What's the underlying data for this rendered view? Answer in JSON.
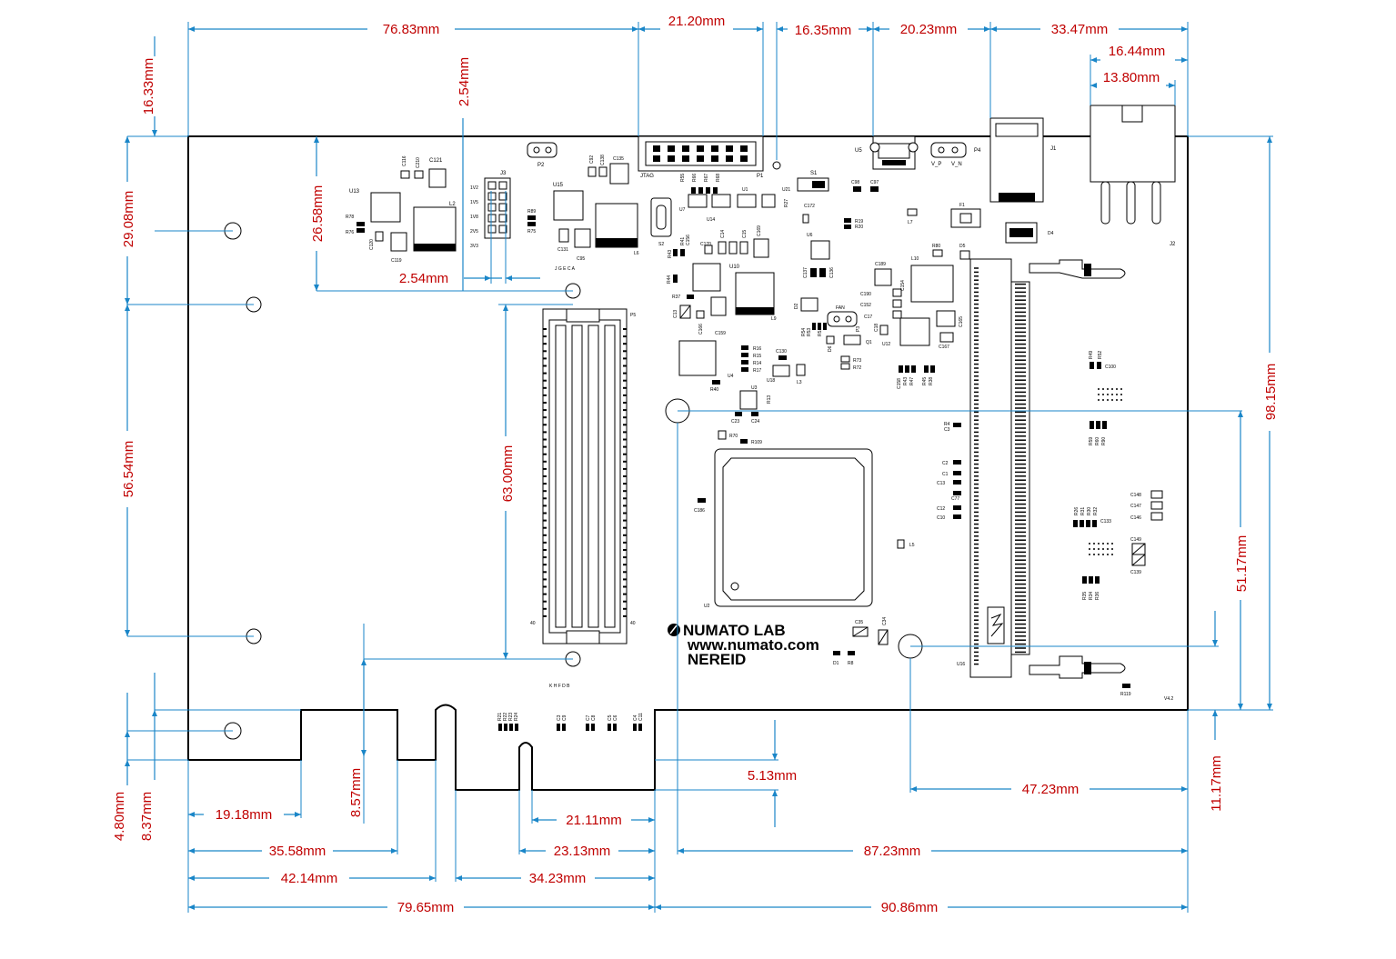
{
  "board": {
    "brand": "NUMATO LAB",
    "url": "www.numato.com",
    "name": "NEREID",
    "version": "V4.2"
  },
  "dimensions": {
    "top_76_83": "76.83mm",
    "top_21_20": "21.20mm",
    "top_16_35": "16.35mm",
    "top_20_23": "20.23mm",
    "top_33_47": "33.47mm",
    "top_16_44": "16.44mm",
    "top_13_80": "13.80mm",
    "left_16_33": "16.33mm",
    "left_29_08": "29.08mm",
    "left_26_58": "26.58mm",
    "left_56_54": "56.54mm",
    "j3_2_54_v": "2.54mm",
    "j3_2_54_h": "2.54mm",
    "p5_63_00": "63.00mm",
    "right_98_15": "98.15mm",
    "right_51_17": "51.17mm",
    "right_11_17": "11.17mm",
    "right_47_23": "47.23mm",
    "bot_8_57": "8.57mm",
    "bot_5_13": "5.13mm",
    "bot_19_18": "19.18mm",
    "bot_35_58": "35.58mm",
    "bot_21_11": "21.11mm",
    "bot_23_13": "23.13mm",
    "bot_42_14": "42.14mm",
    "bot_34_23": "34.23mm",
    "bot_87_23": "87.23mm",
    "bot_79_65": "79.65mm",
    "bot_90_86": "90.86mm",
    "left_4_80": "4.80mm",
    "left_8_37": "8.37mm"
  },
  "labels": {
    "p2": "P2",
    "jtag": "JTAG",
    "p1": "P1",
    "u5": "U5",
    "p4": "P4",
    "vp": "V_P",
    "vn": "V_N",
    "j1": "J1",
    "j2": "J2",
    "u13": "U13",
    "l2": "L2",
    "c116": "C116",
    "c210": "C210",
    "c121": "C121",
    "r78": "R78",
    "r76": "R76",
    "c120": "C120",
    "c119": "C119",
    "j3": "J3",
    "v1v2": "1V2",
    "v1v5": "1V5",
    "v1v8": "1V8",
    "v2v5": "2V5",
    "v3v3": "3V3",
    "r89": "R89",
    "r75": "R75",
    "u15": "U15",
    "c92": "C92",
    "c138": "C138",
    "c135": "C135",
    "c131": "C131",
    "c95": "C95",
    "l6": "L6",
    "jgeca": "J  G  E  C  A",
    "r55": "R55",
    "r66": "R66",
    "r67": "R67",
    "r68": "R68",
    "s1": "S1",
    "c98": "C98",
    "c97": "C97",
    "u7": "U7",
    "u14": "U14",
    "u1": "U1",
    "u21": "U21",
    "r27": "R27",
    "c172": "C172",
    "s2": "S2",
    "r41": "R41",
    "c156": "C156",
    "r43": "R43",
    "c170": "C170",
    "c14": "C14",
    "c15": "C15",
    "c169": "C169",
    "u6": "U6",
    "r19": "R19",
    "r20": "R20",
    "l7": "L7",
    "f1": "F1",
    "d4": "D4",
    "r44": "R44",
    "u10": "U10",
    "r37": "R37",
    "c13x": "C13",
    "c166": "C166",
    "c159": "C159",
    "l9": "L9",
    "c137": "C137",
    "c136": "C136",
    "r80": "R80",
    "d5": "D5",
    "c189": "C189",
    "l10": "L10",
    "c190": "C190",
    "c154": "C154",
    "c152": "C152",
    "d2": "D2",
    "fan": "FAN",
    "c17": "C17",
    "c18": "C18",
    "p3": "P3",
    "c165": "C165",
    "r54": "R54",
    "r53": "R53",
    "r51": "R51",
    "d6": "D6",
    "q1": "Q1",
    "u12": "U12",
    "c167": "C167",
    "p5": "P5",
    "p5_40a": "40",
    "p5_40b": "40",
    "r16": "R16",
    "r15": "R15",
    "r14": "R14",
    "r17": "R17",
    "u4": "U4",
    "r40": "R40",
    "c130": "C130",
    "u18": "U18",
    "l3": "L3",
    "r73": "R73",
    "r72": "R72",
    "c158": "C158",
    "r43b": "R43",
    "r47": "R47",
    "r45": "R45",
    "r38": "R38",
    "u3": "U3",
    "r13": "R13",
    "c23": "C23",
    "c24": "C24",
    "r70": "R70",
    "r109": "R109",
    "r49": "R49",
    "r52": "R52",
    "c100": "C100",
    "r4": "R4",
    "c3": "C3",
    "r59": "R59",
    "r60": "R60",
    "r90": "R90",
    "c2": "C2",
    "c1": "C1",
    "c13": "C13",
    "c77": "C77",
    "c12": "C12",
    "c10": "C10",
    "c186": "C186",
    "u2": "U2",
    "l5": "L5",
    "c148": "C148",
    "c147": "C147",
    "c146": "C146",
    "r26": "R26",
    "r31": "R31",
    "r30": "R30",
    "r32": "R32",
    "c133": "C133",
    "c149": "C149",
    "c139": "C139",
    "r35": "R35",
    "r34": "R34",
    "r36": "R36",
    "c35": "C35",
    "c34": "C34",
    "d1": "D1",
    "r8": "R8",
    "u16": "U16",
    "r119": "R119",
    "khfdb": "K  H  F  D  B",
    "r21": "R21",
    "r22": "R22",
    "r23": "R23",
    "r24": "R24",
    "c3b": "C3",
    "c9": "C9",
    "c7": "C7",
    "c8": "C8",
    "c5": "C5",
    "c6": "C6",
    "c4": "C4",
    "c11": "C11"
  }
}
